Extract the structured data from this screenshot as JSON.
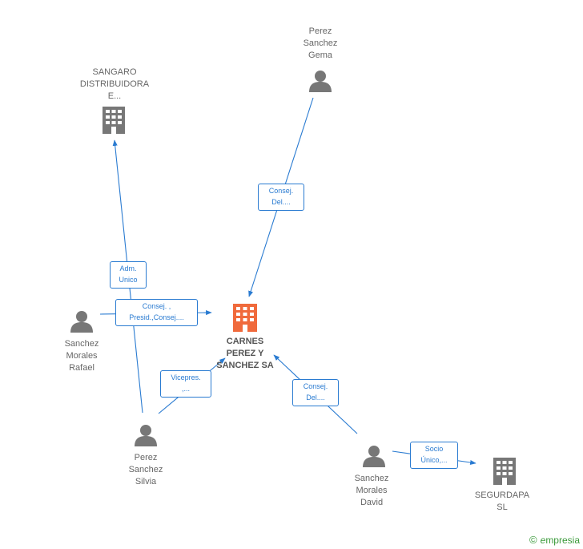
{
  "colors": {
    "edge": "#2a7bd1",
    "person": "#777777",
    "company": "#777777",
    "focus": "#f06a3c",
    "brand": "#3a9a3a"
  },
  "nodes": {
    "sangaro": {
      "label": "SANGARO\nDISTRIBUIDORA\nE...",
      "icon": "building-icon"
    },
    "gema": {
      "label": "Perez\nSanchez\nGema",
      "icon": "person-icon"
    },
    "rafael": {
      "label": "Sanchez\nMorales\nRafael",
      "icon": "person-icon"
    },
    "carnes": {
      "label": "CARNES\nPEREZ Y\nSANCHEZ SA",
      "icon": "building-icon"
    },
    "silvia": {
      "label": "Perez\nSanchez\nSilvia",
      "icon": "person-icon"
    },
    "david": {
      "label": "Sanchez\nMorales\nDavid",
      "icon": "person-icon"
    },
    "segurdapa": {
      "label": "SEGURDAPA\nSL",
      "icon": "building-icon"
    }
  },
  "edges": {
    "gema_carnes": "Consej.\nDel....",
    "silvia_sangaro": "Adm.\nUnico",
    "rafael_carnes": "Consej. ,\nPresid.,Consej....",
    "silvia_carnes": "Vicepres.\n,...",
    "david_carnes": "Consej.\nDel....",
    "david_segurdapa": "Socio\nÚnico,..."
  },
  "brand": {
    "copyright": "©",
    "name": "mpresia",
    "initial": "e"
  }
}
